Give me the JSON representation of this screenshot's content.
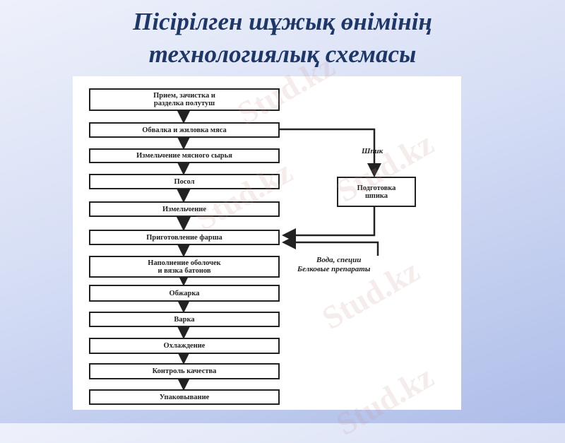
{
  "title": {
    "line1": "Пісірілген шұжық өнімінің",
    "line2": "технологиялық схемасы"
  },
  "steps": [
    "Прием, зачистка и\nразделка полутуш",
    "Обвалка и жиловка мяса",
    "Измельчение мясного сырья",
    "Посол",
    "Измельчение",
    "Приготовление фарша",
    "Наполнение оболочек\nи вязка батонов",
    "Обжарка",
    "Варка",
    "Охлаждение",
    "Контроль качества",
    "Упаковывание"
  ],
  "side": {
    "input_label": "Шпик",
    "box": "Подготовка\nшпика",
    "additives_line1": "Вода, специи",
    "additives_line2": "Белковые препараты"
  },
  "watermark": "Stud.kz"
}
